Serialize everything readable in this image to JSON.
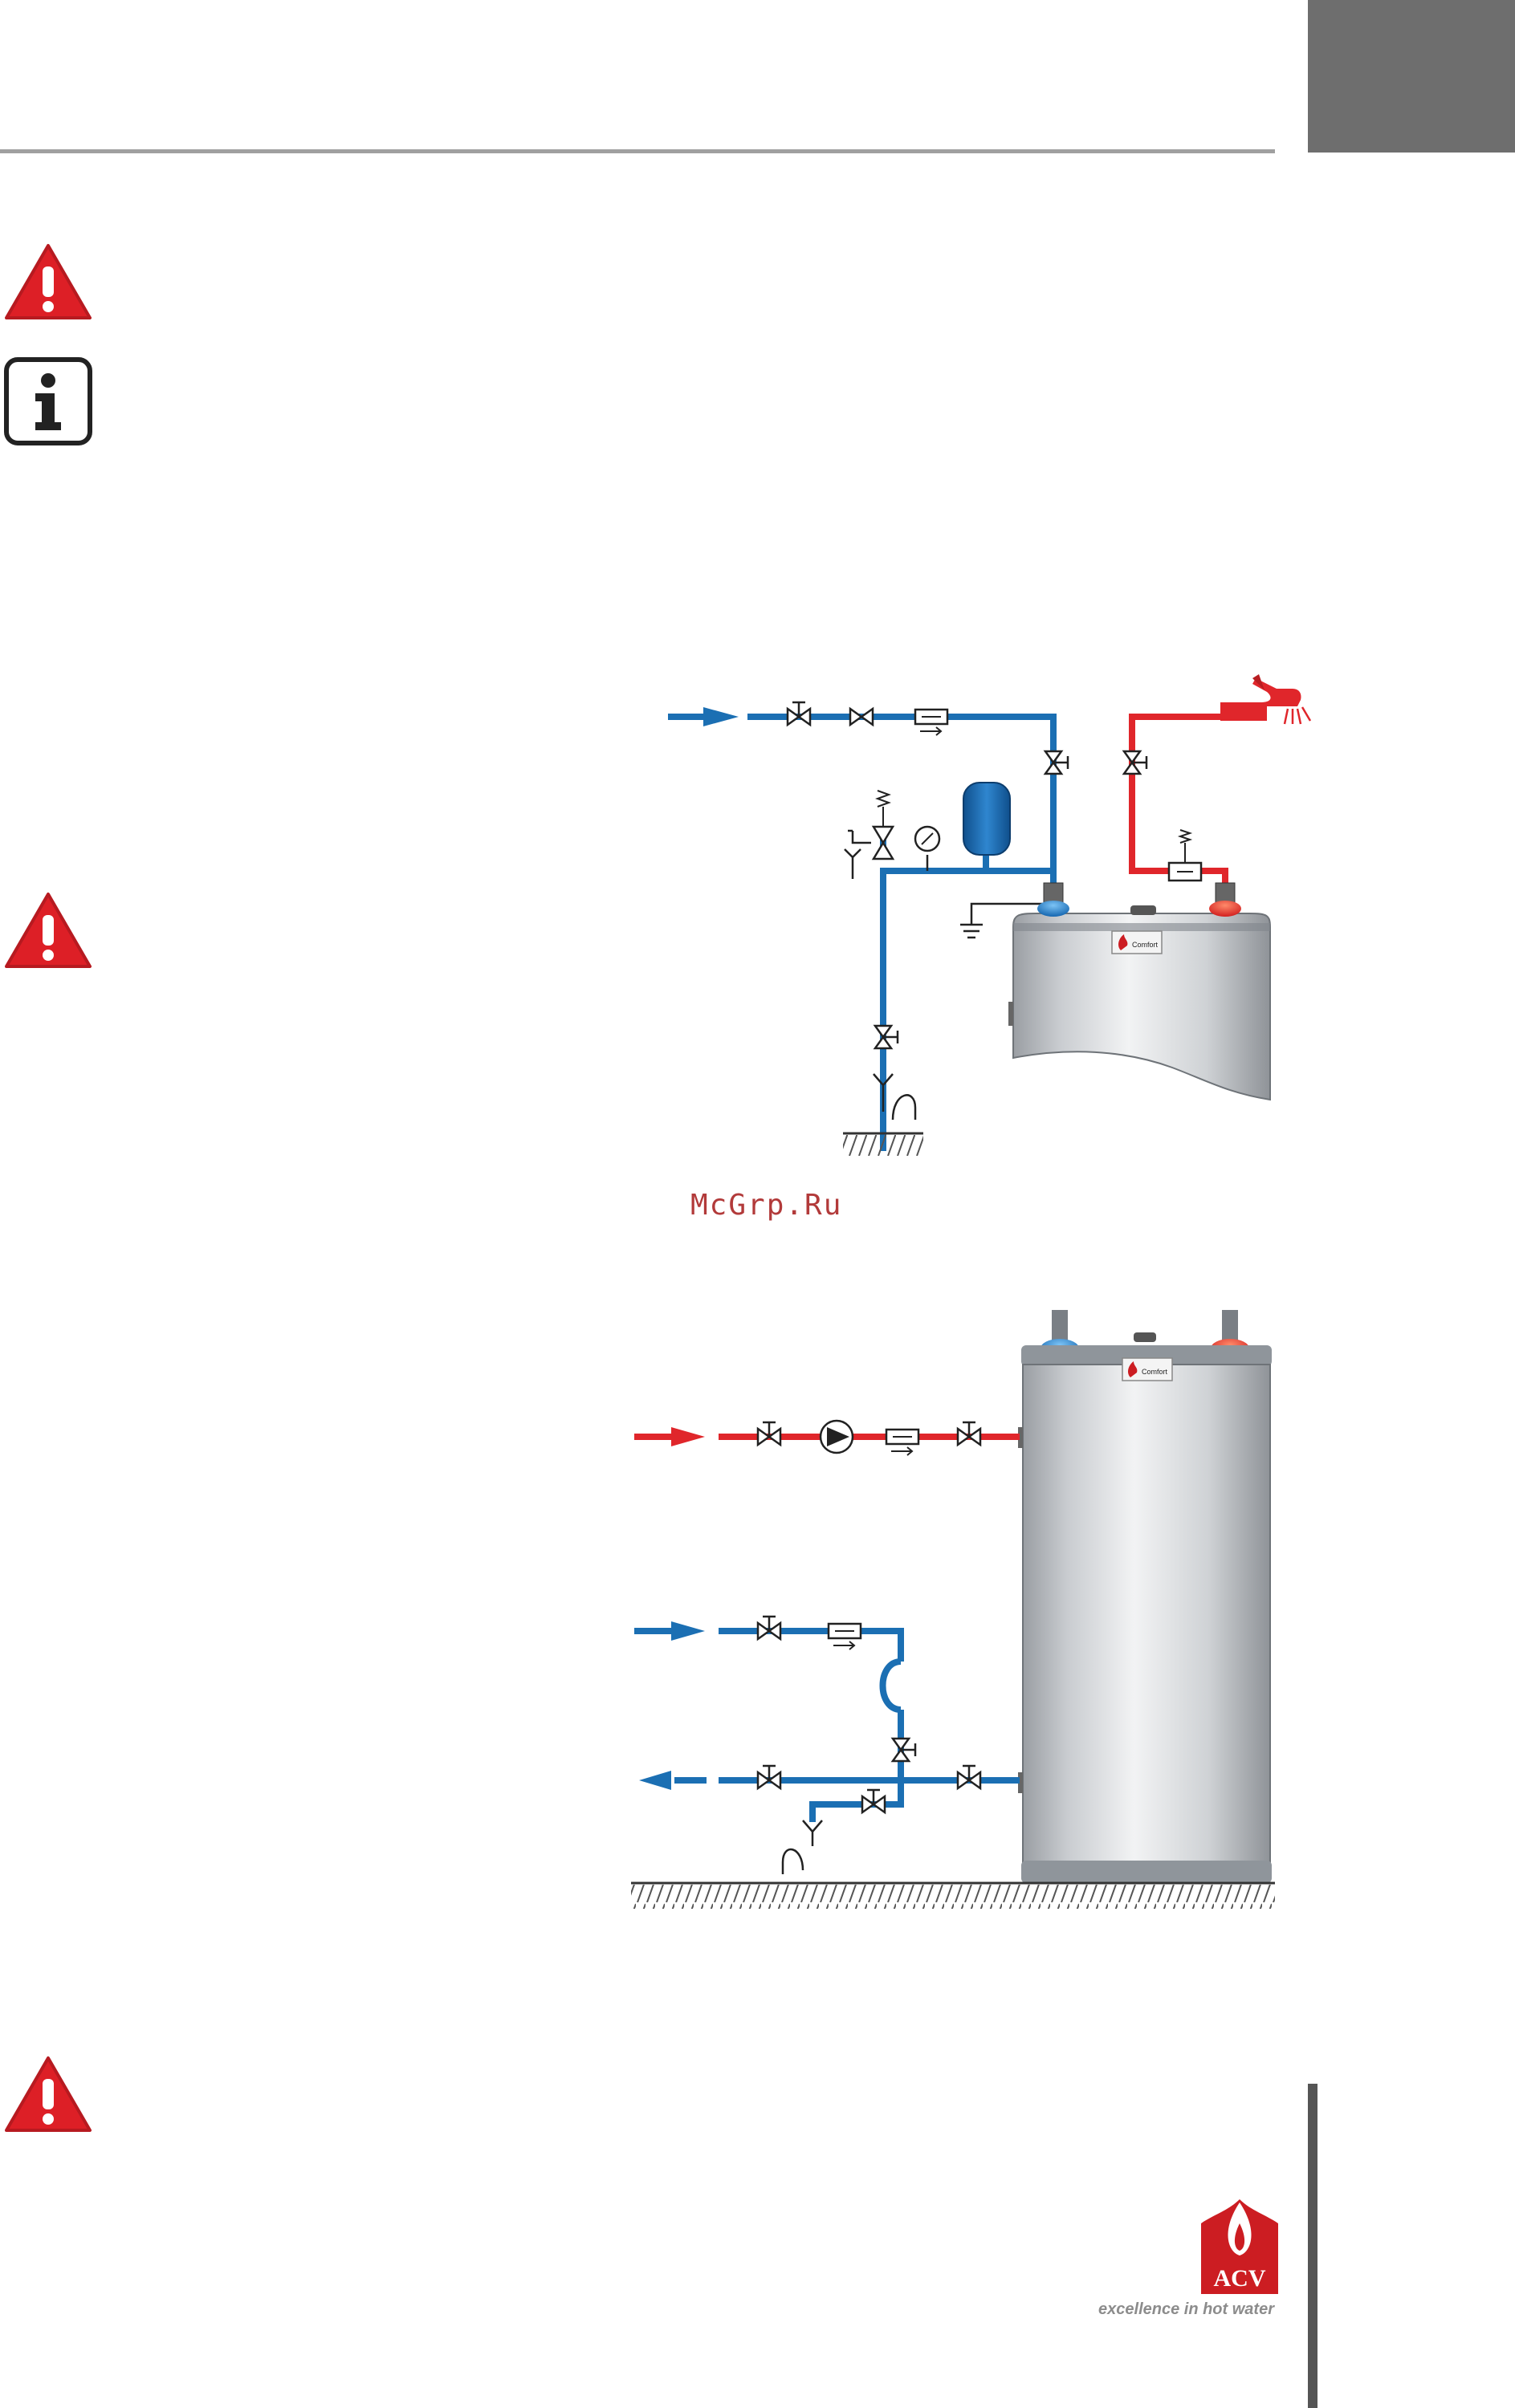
{
  "header": {
    "rule_color": "#a0a0a0",
    "tab_color": "#6e6e6e"
  },
  "watermark": {
    "text": "McGrp.Ru",
    "color": "#b23a3a"
  },
  "colors": {
    "cold": "#1b6fb3",
    "hot": "#e0262b",
    "tank": "#d6d8db",
    "warning": "#dd1f26"
  },
  "icons": [
    "warning-icon",
    "info-icon",
    "warning-icon",
    "warning-icon"
  ],
  "diagram1": {
    "appliance_plate": "Comfort"
  },
  "diagram2": {
    "appliance_plate": "Comfort"
  },
  "footer": {
    "logo_text": "ACV",
    "tagline": "excellence in hot water",
    "logo_red": "#cc1d22",
    "bar_color": "#555555"
  }
}
